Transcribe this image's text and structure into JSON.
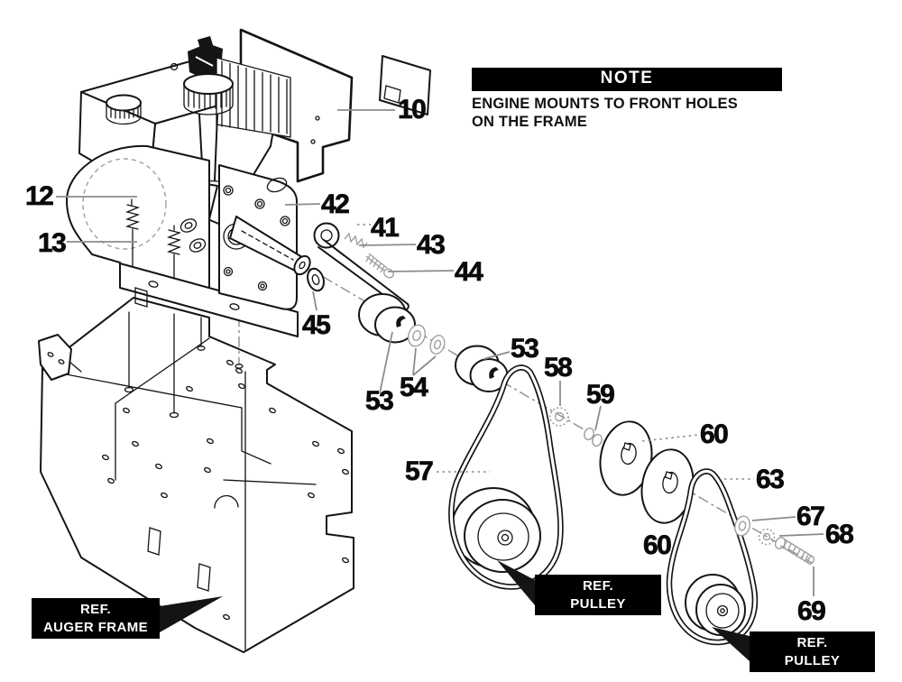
{
  "note": {
    "title": "NOTE",
    "line1": "ENGINE MOUNTS TO FRONT HOLES",
    "line2": "ON THE FRAME"
  },
  "part_labels": {
    "p10": "10",
    "p12": "12",
    "p13": "13",
    "p41": "41",
    "p42": "42",
    "p43": "43",
    "p44": "44",
    "p45": "45",
    "p53": "53",
    "p54": "54",
    "p57": "57",
    "p58": "58",
    "p59": "59",
    "p60": "60",
    "p63": "63",
    "p67": "67",
    "p68": "68",
    "p69": "69"
  },
  "ref_boxes": {
    "auger_frame": {
      "line1": "REF.",
      "line2": "AUGER FRAME"
    },
    "pulley": {
      "line1": "REF.",
      "line2": "PULLEY"
    }
  },
  "colors": {
    "background": "#ffffff",
    "ink": "#141414",
    "faint": "#9f9f9f",
    "leader": "#8c8c8c",
    "label_box_bg": "#000000",
    "label_box_text": "#ffffff"
  }
}
